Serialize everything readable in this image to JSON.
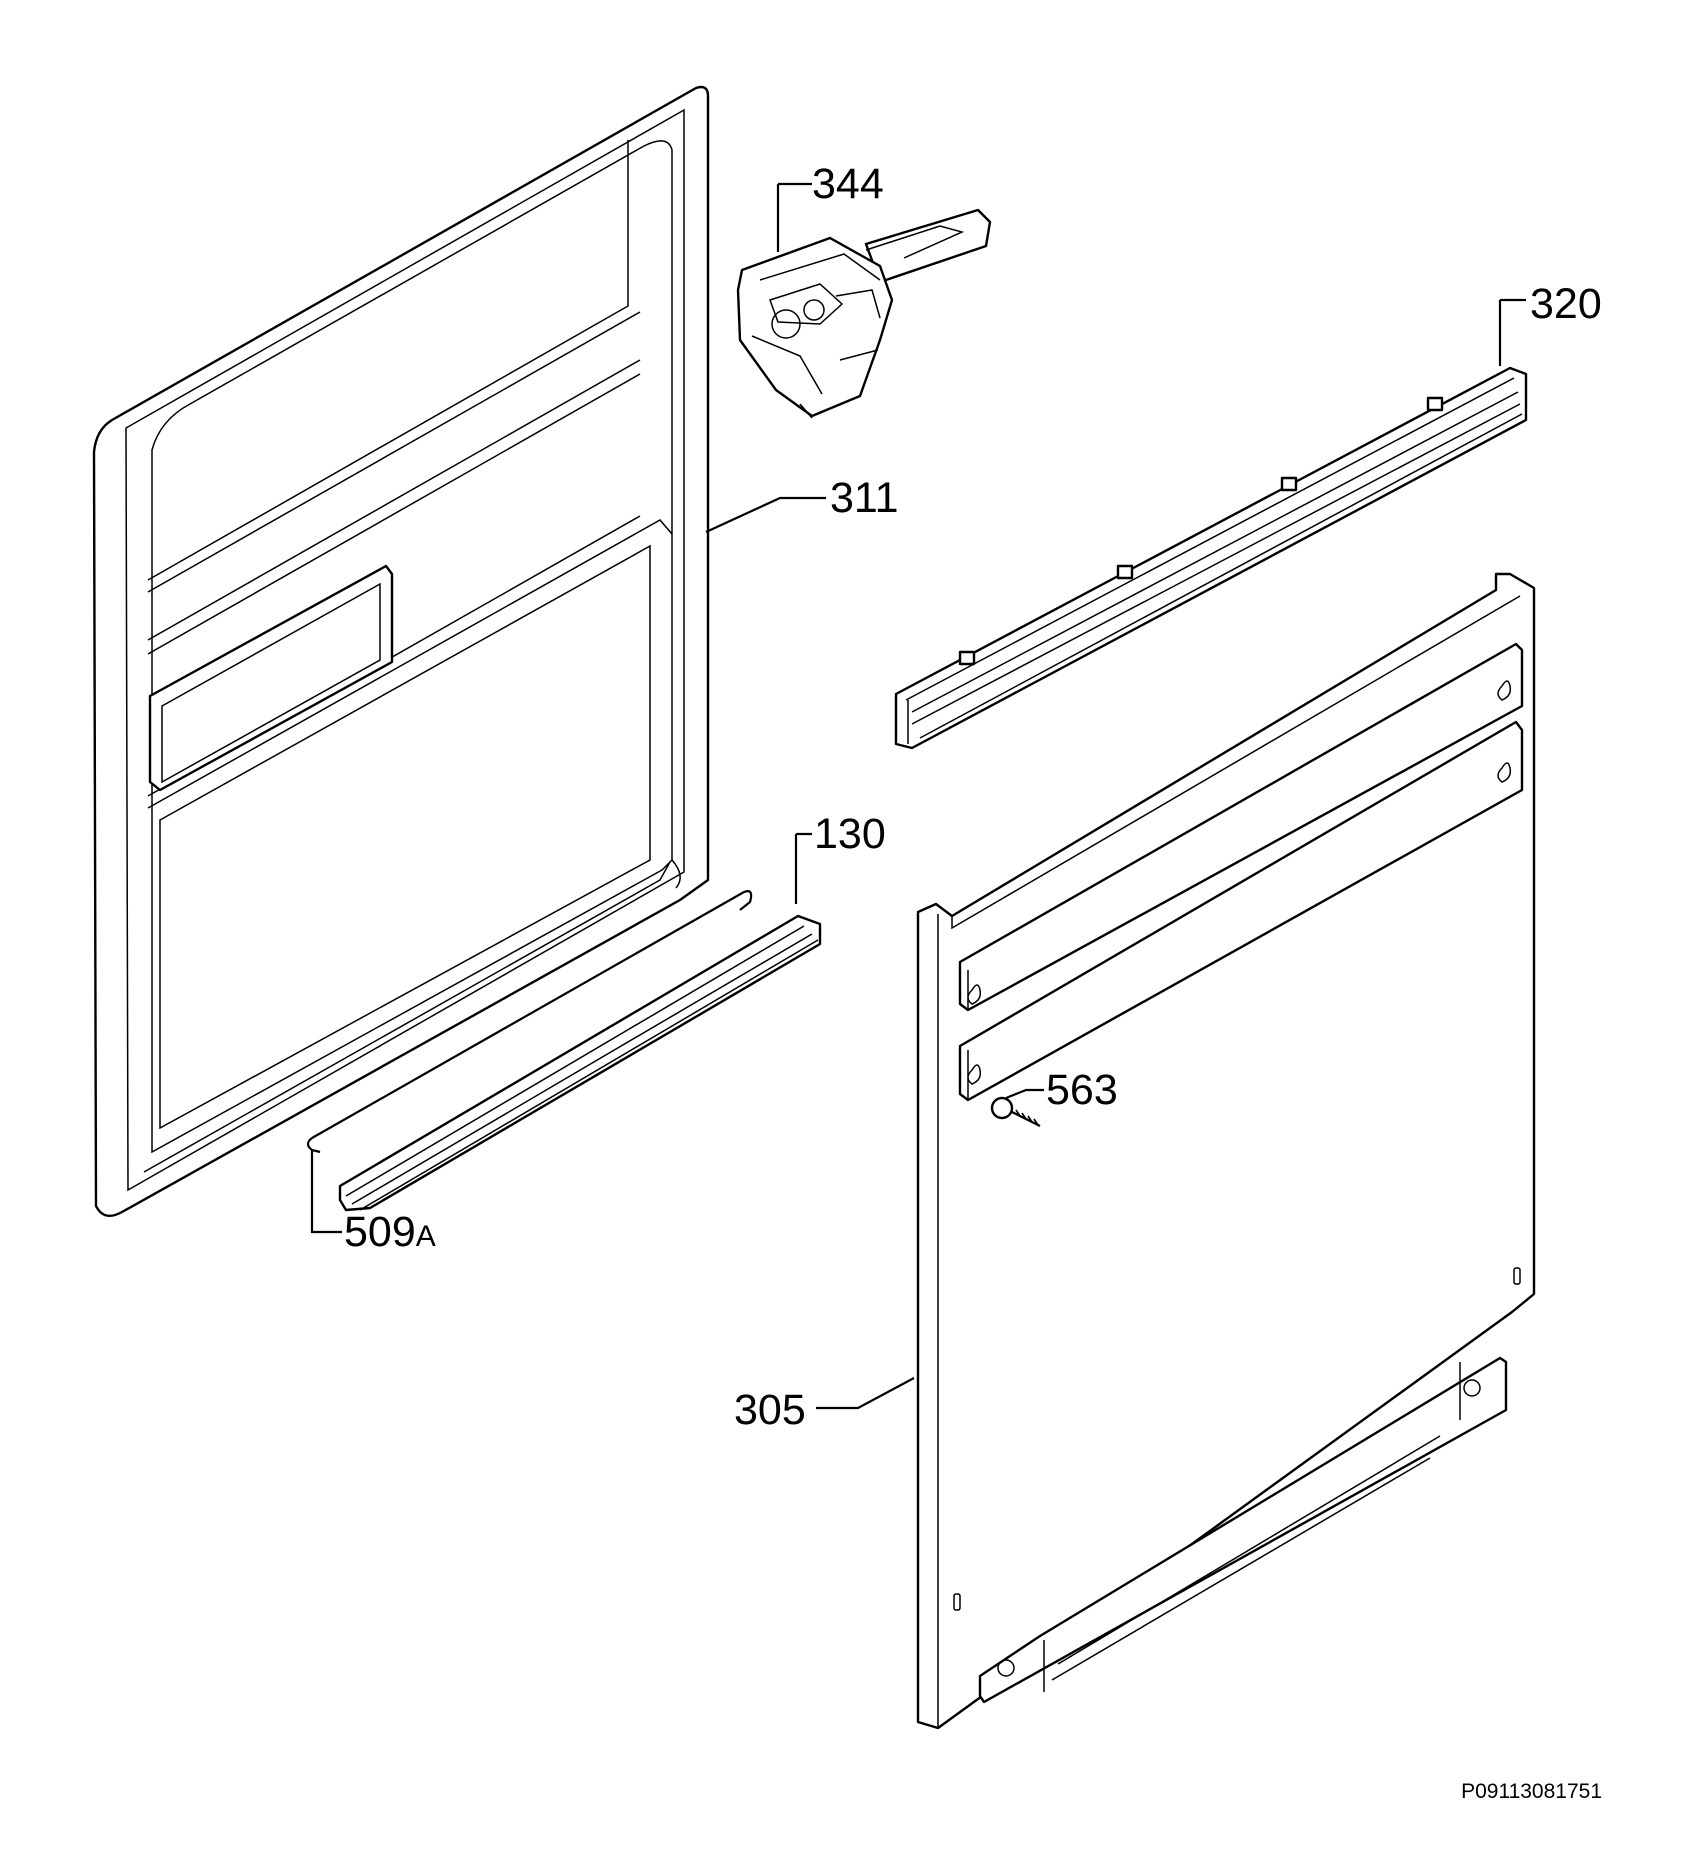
{
  "diagram": {
    "reference_code": "P09113081751",
    "callouts": [
      {
        "id": "inner-door",
        "label": "311"
      },
      {
        "id": "lock",
        "label": "344"
      },
      {
        "id": "top-profile",
        "label": "320"
      },
      {
        "id": "bottom-seal",
        "label": "130"
      },
      {
        "id": "hinge-wire",
        "label": "509",
        "suffix": "A"
      },
      {
        "id": "screw",
        "label": "563"
      },
      {
        "id": "outer-door",
        "label": "305"
      }
    ]
  }
}
